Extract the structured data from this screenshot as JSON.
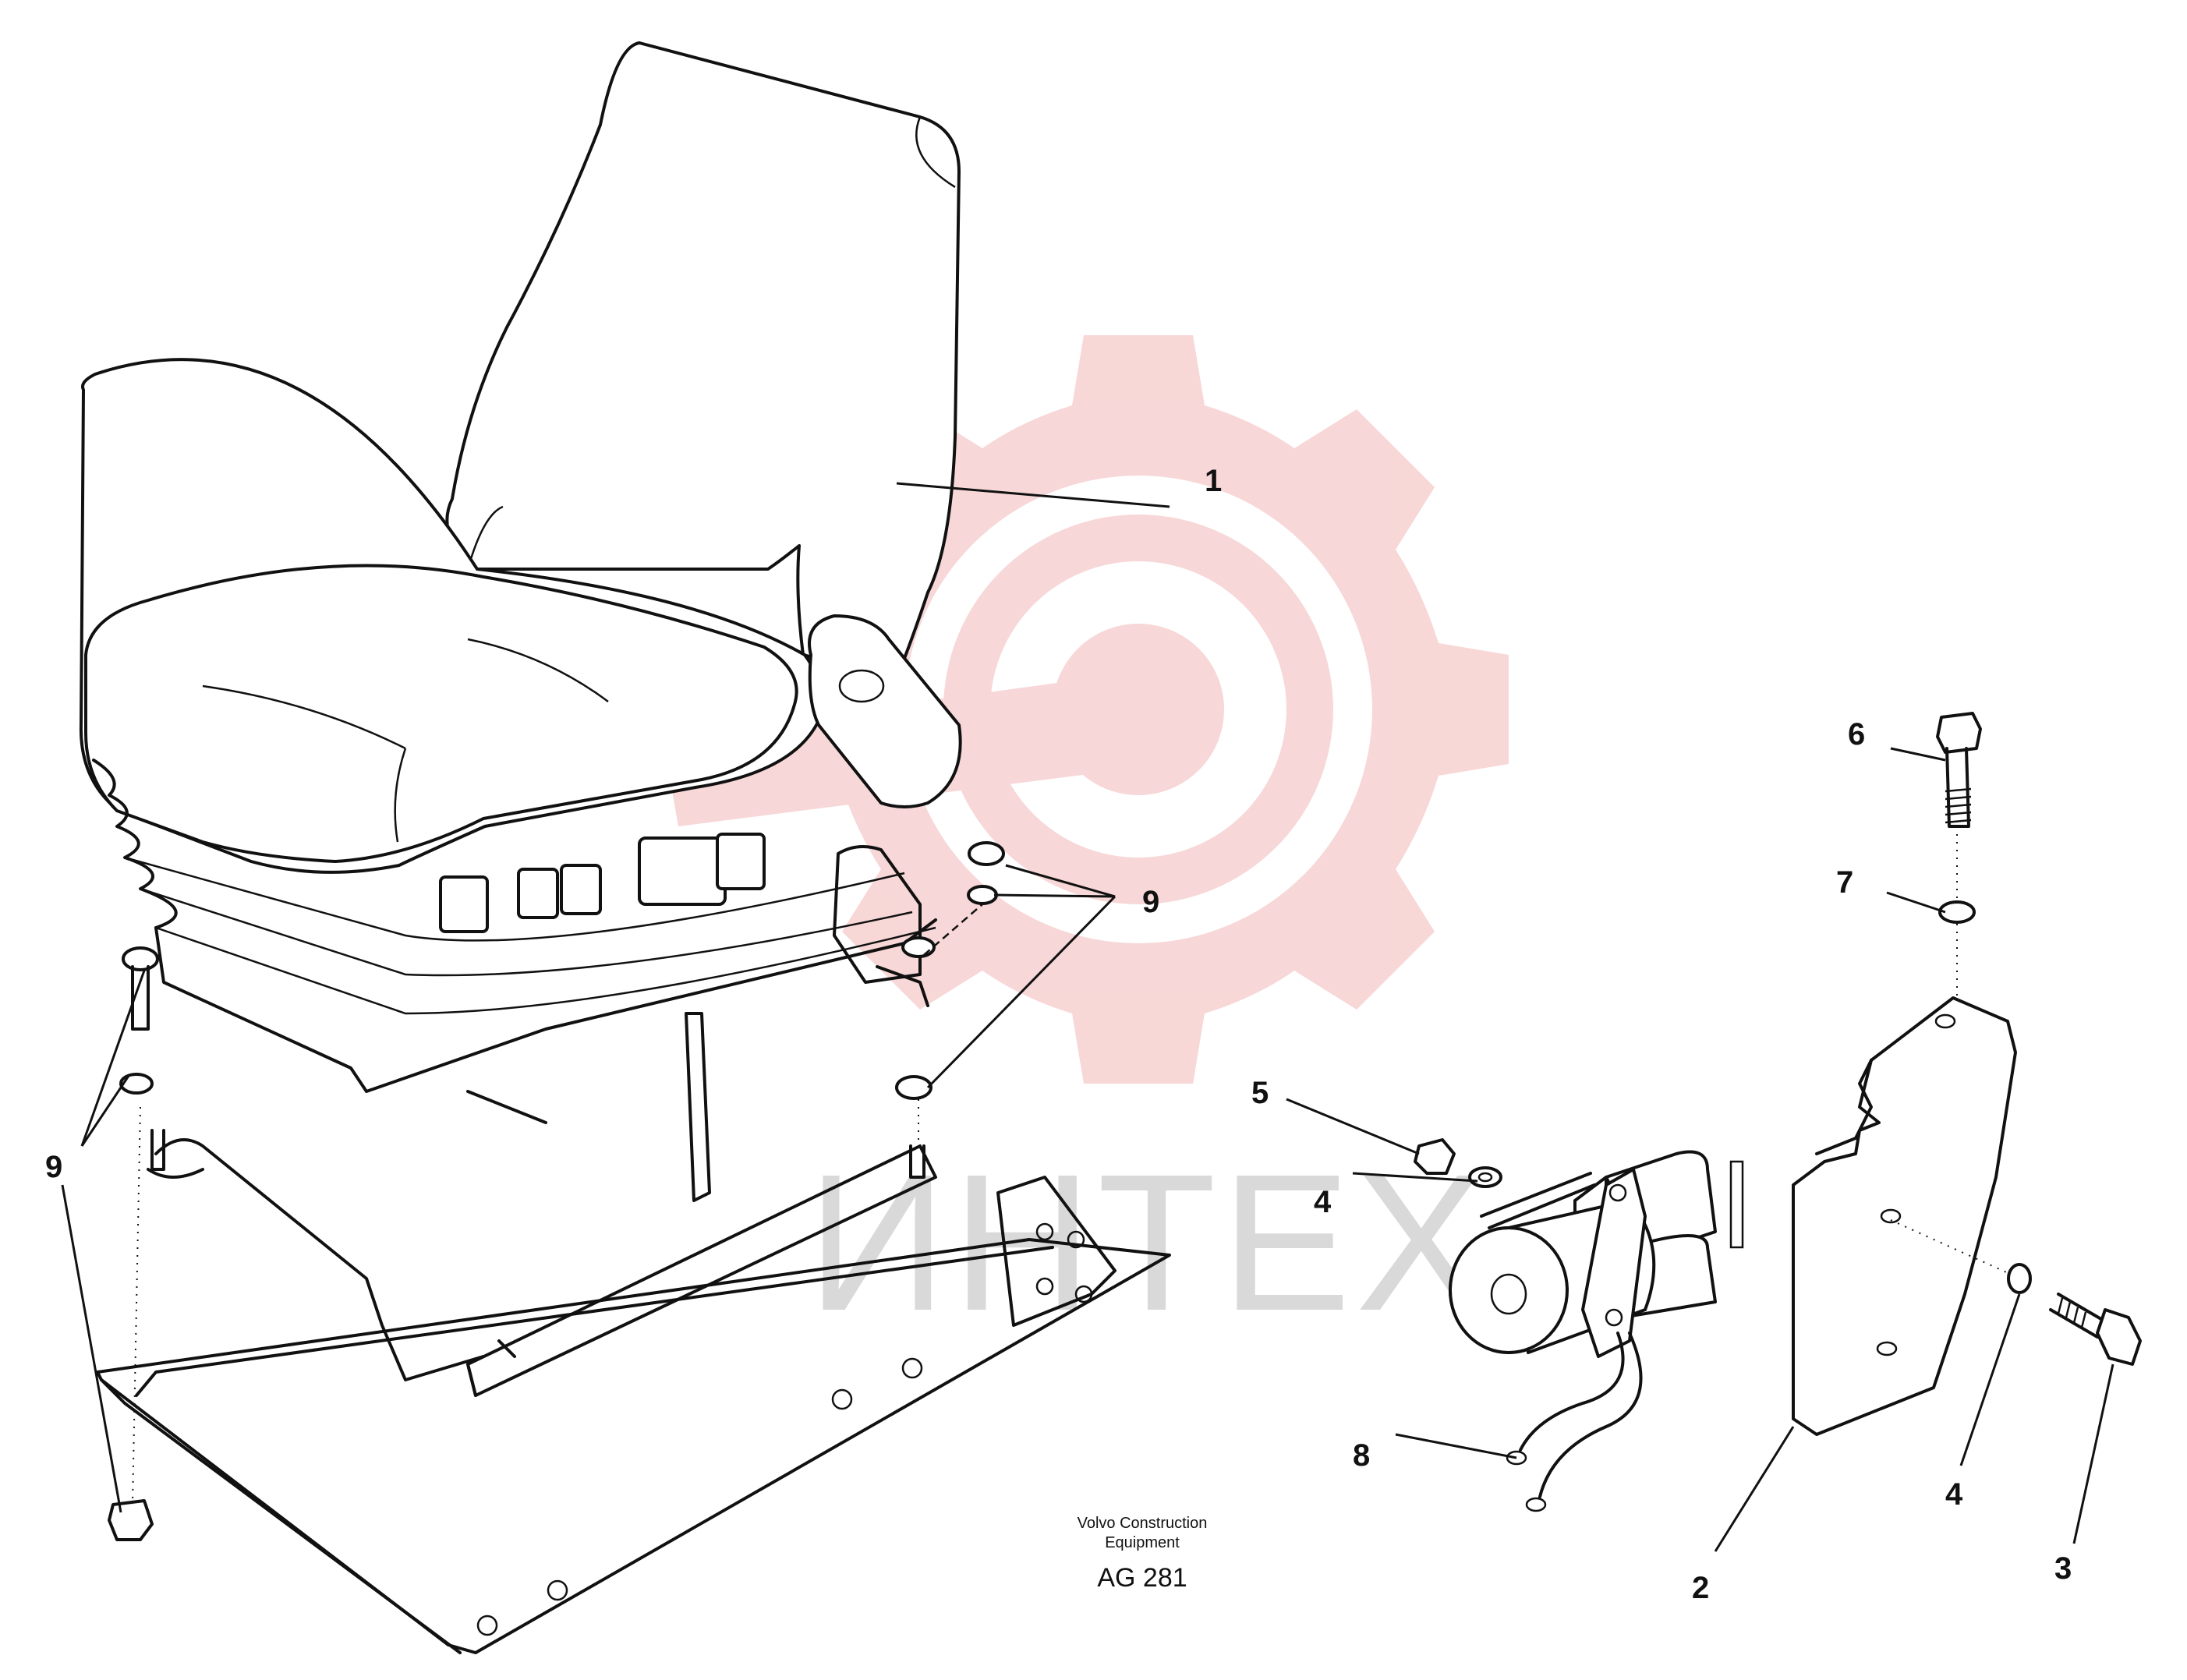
{
  "callouts": {
    "c1": "1",
    "c2": "2",
    "c3": "3",
    "c4a": "4",
    "c4b": "4",
    "c5": "5",
    "c6": "6",
    "c7": "7",
    "c8": "8",
    "c9a": "9",
    "c9b": "9"
  },
  "footer": {
    "company_line1": "Volvo Construction",
    "company_line2": "Equipment",
    "drawing_code": "AG 281"
  },
  "watermark": {
    "text": "ИНТЕХ",
    "gear_color": "#f5c7c7",
    "text_color": "#d9d9d9"
  }
}
